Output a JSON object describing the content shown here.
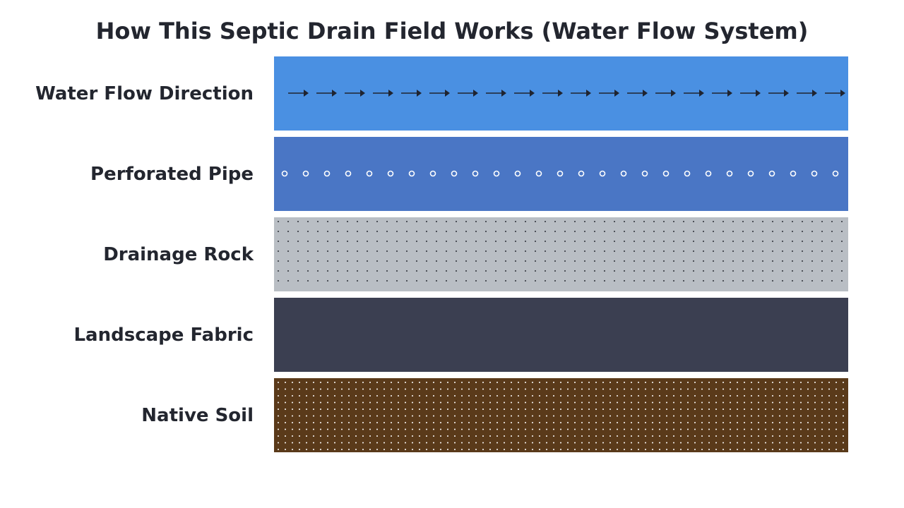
{
  "title": "How This Septic Drain Field Works (Water Flow System)",
  "layers": [
    {
      "label": "Water Flow Direction",
      "color": "#4a90e2",
      "pattern": "arrows",
      "mark_color": "#1f2430"
    },
    {
      "label": "Perforated Pipe",
      "color": "#4a76c5",
      "pattern": "holes",
      "mark_color": "#ffffff"
    },
    {
      "label": "Drainage Rock",
      "color": "#b9bec4",
      "pattern": "dots",
      "mark_color": "#2b2f36"
    },
    {
      "label": "Landscape Fabric",
      "color": "#3b3f51",
      "pattern": "none",
      "mark_color": ""
    },
    {
      "label": "Native Soil",
      "color": "#5a3a1a",
      "pattern": "dots",
      "mark_color": "#ffffff"
    }
  ]
}
